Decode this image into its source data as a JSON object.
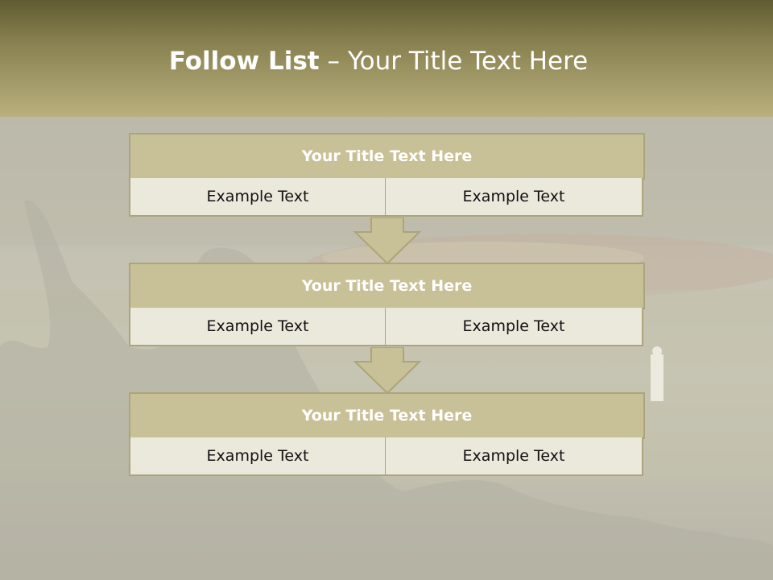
{
  "header": {
    "title_strong": "Follow List",
    "title_rest": " – Your Title Text Here"
  },
  "blocks": [
    {
      "title": "Your Title Text Here",
      "left": "Example Text",
      "right": "Example Text"
    },
    {
      "title": "Your Title Text Here",
      "left": "Example Text",
      "right": "Example Text"
    },
    {
      "title": "Your Title Text Here",
      "left": "Example Text",
      "right": "Example Text"
    }
  ],
  "colors": {
    "header_dark": "#615b33",
    "header_light": "#b9b07e",
    "title_fill": "#c8c096",
    "cell_fill": "#ebe8dc",
    "border": "#aca47a"
  }
}
